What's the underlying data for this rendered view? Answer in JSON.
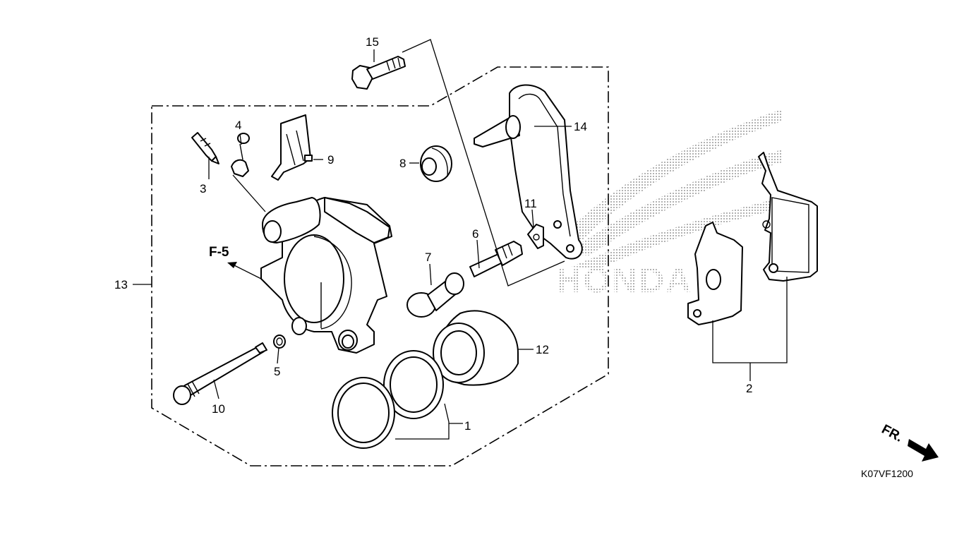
{
  "diagram": {
    "code": "K07VF1200",
    "direction_label": "FR.",
    "reference_label": "F-5",
    "watermark_text": "HONDA",
    "parts": [
      {
        "ref": "1"
      },
      {
        "ref": "2"
      },
      {
        "ref": "3"
      },
      {
        "ref": "4"
      },
      {
        "ref": "5"
      },
      {
        "ref": "6"
      },
      {
        "ref": "7"
      },
      {
        "ref": "8"
      },
      {
        "ref": "9"
      },
      {
        "ref": "10"
      },
      {
        "ref": "11"
      },
      {
        "ref": "12"
      },
      {
        "ref": "13"
      },
      {
        "ref": "14"
      },
      {
        "ref": "15"
      }
    ]
  },
  "colors": {
    "ink": "#000000",
    "background": "#ffffff",
    "watermark": "#8a8a8a"
  }
}
